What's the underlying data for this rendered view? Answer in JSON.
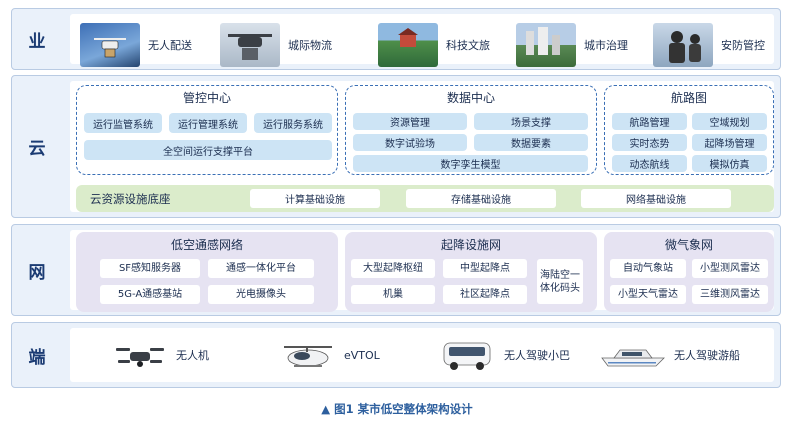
{
  "layers": {
    "business": {
      "label": "业",
      "apps": [
        "无人配送",
        "城际物流",
        "科技文旅",
        "城市治理",
        "安防管控"
      ]
    },
    "cloud": {
      "label": "云",
      "control": {
        "title": "管控中心",
        "items": [
          "运行监管系统",
          "运行管理系统",
          "运行服务系统",
          "全空间运行支撑平台"
        ]
      },
      "data_center": {
        "title": "数据中心",
        "items": [
          "资源管理",
          "场景支撑",
          "数字试验场",
          "数据要素",
          "数字孪生模型"
        ]
      },
      "route": {
        "title": "航路图",
        "items": [
          "航路管理",
          "空域规划",
          "实时态势",
          "起降场管理",
          "动态航线",
          "模拟仿真"
        ]
      },
      "base": {
        "title": "云资源设施底座",
        "items": [
          "计算基础设施",
          "存储基础设施",
          "网络基础设施"
        ]
      }
    },
    "network": {
      "label": "网",
      "sensing": {
        "title": "低空通感网络",
        "items": [
          "SF感知服务器",
          "通感一体化平台",
          "5G-A通感基站",
          "光电摄像头"
        ]
      },
      "takeoff": {
        "title": "起降设施网",
        "items": [
          "大型起降枢纽",
          "中型起降点",
          "海陆空一体化码头",
          "机巢",
          "社区起降点"
        ]
      },
      "weather": {
        "title": "微气象网",
        "items": [
          "自动气象站",
          "小型测风雷达",
          "小型天气雷达",
          "三维测风雷达"
        ]
      }
    },
    "terminal": {
      "label": "端",
      "devices": [
        "无人机",
        "eVTOL",
        "无人驾驶小巴",
        "无人驾驶游船"
      ]
    }
  },
  "caption": {
    "marker": "▲",
    "text": "图1 某市低空整体架构设计"
  },
  "colors": {
    "layer_bg": "#eaf1fa",
    "pill": "#cde4f5",
    "base": "#dbeccb",
    "network_box": "#e6e3f2",
    "dashed": "#3a6fb5"
  }
}
